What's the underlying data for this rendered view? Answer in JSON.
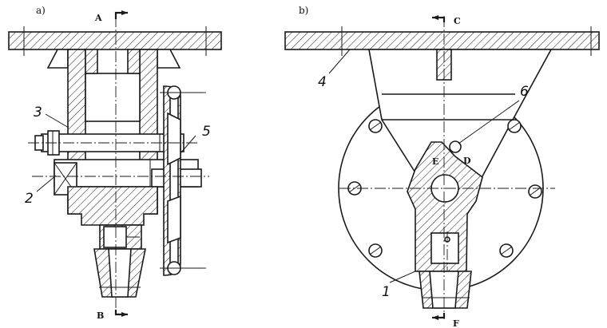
{
  "views": {
    "a": {
      "label": "a)"
    },
    "b": {
      "label": "b)"
    }
  },
  "section_marks": {
    "A": "A",
    "B": "B",
    "C": "C",
    "F": "F"
  },
  "point_marks": {
    "D": "D",
    "E": "E"
  },
  "part_numbers": {
    "p1": "1",
    "p2": "2",
    "p3": "3",
    "p4": "4",
    "p5": "5",
    "p6": "6"
  }
}
